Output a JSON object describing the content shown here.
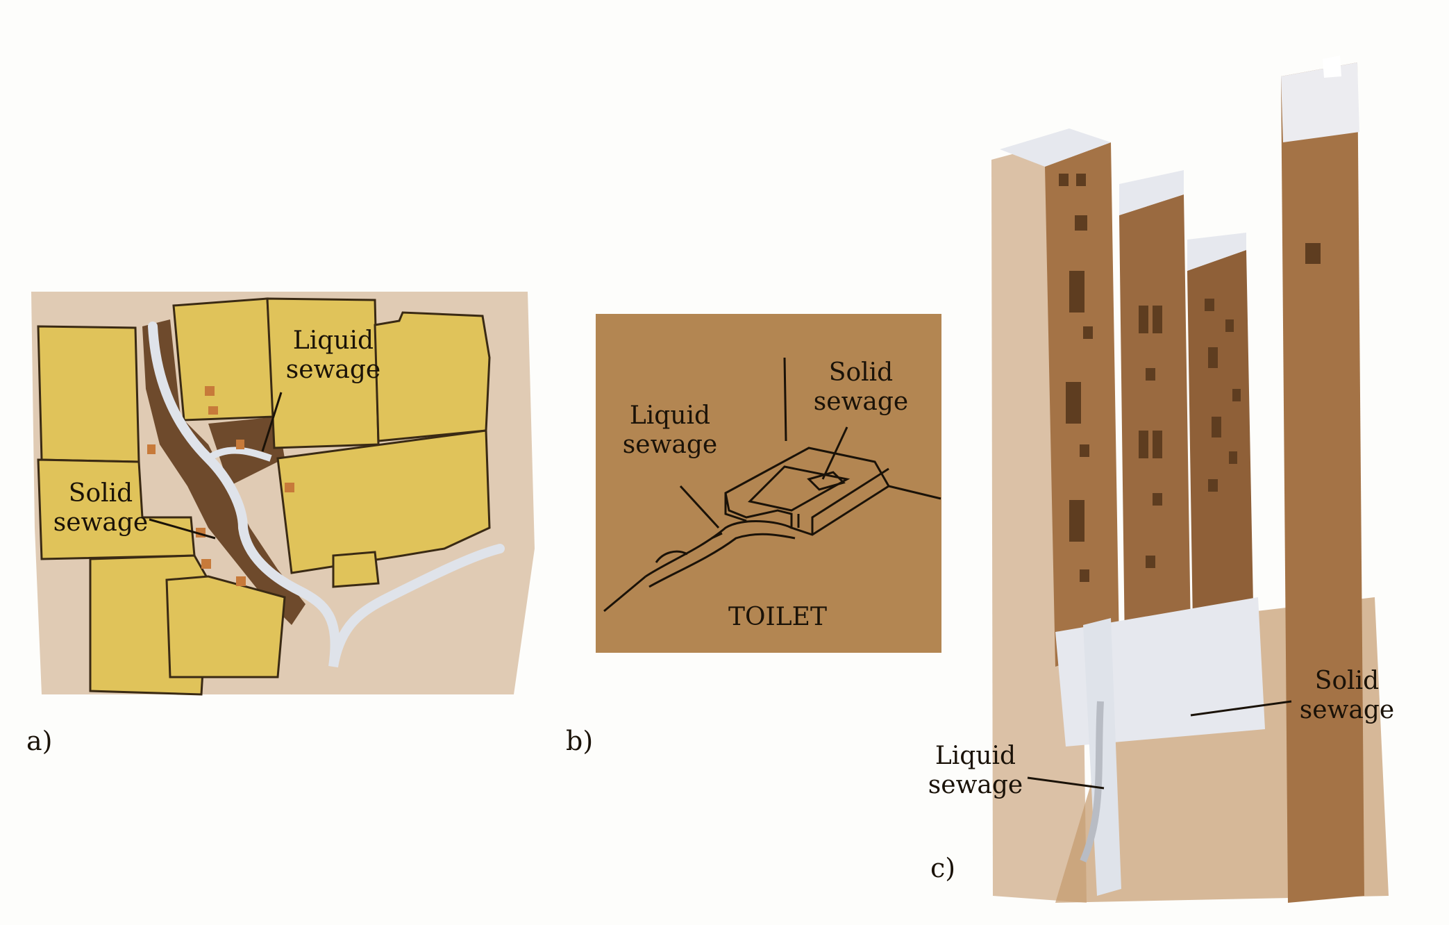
{
  "panels": {
    "a": {
      "letter": "a)",
      "liquid_label": "Liquid\nsewage",
      "solid_label": "Solid\nsewage"
    },
    "b": {
      "letter": "b)",
      "liquid_label": "Liquid\nsewage",
      "solid_label": "Solid\nsewage",
      "caption": "TOILET"
    },
    "c": {
      "letter": "c)",
      "liquid_label": "Liquid\nsewage",
      "solid_label": "Solid\nsewage"
    }
  },
  "colors": {
    "ochre_floor": "#e0c35a",
    "ochre_floor_dark": "#c8a840",
    "mud_brown": "#a47346",
    "mud_brown_dark": "#6e4a2c",
    "plaster_white": "#e6e8ee",
    "panel_b_bg": "#b38652",
    "ink": "#1a1208"
  }
}
